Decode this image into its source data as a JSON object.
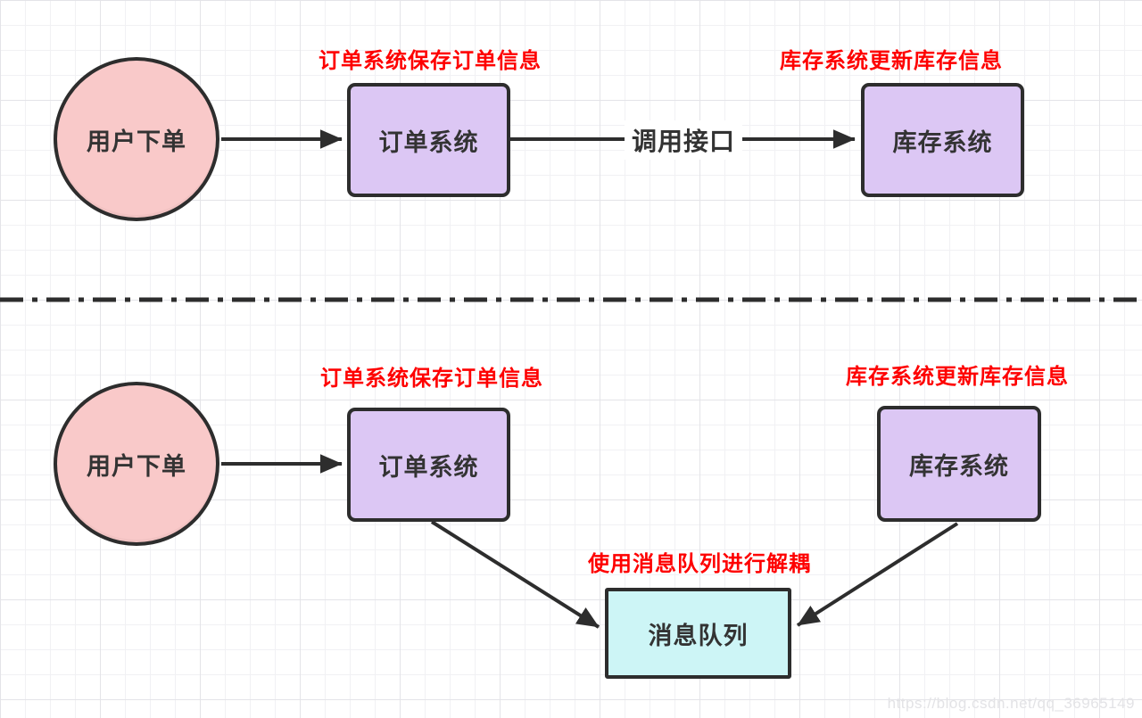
{
  "top_flow": {
    "user_node": "用户下单",
    "order_annotation": "订单系统保存订单信息",
    "order_node": "订单系统",
    "edge_label": "调用接口",
    "inventory_annotation": "库存系统更新库存信息",
    "inventory_node": "库存系统"
  },
  "bottom_flow": {
    "user_node": "用户下单",
    "order_annotation": "订单系统保存订单信息",
    "order_node": "订单系统",
    "inventory_annotation": "库存系统更新库存信息",
    "inventory_node": "库存系统",
    "mq_annotation": "使用消息队列进行解耦",
    "mq_node": "消息队列"
  },
  "watermark": "https://blog.csdn.net/qq_36965149",
  "colors": {
    "node_pink": "#f9c9c9",
    "node_purple": "#dcc7f4",
    "node_cyan": "#cdf5f6",
    "annotation_red": "#fe0000",
    "stroke_dark": "#2d2d2d",
    "grid_line": "#e4e4e8"
  }
}
